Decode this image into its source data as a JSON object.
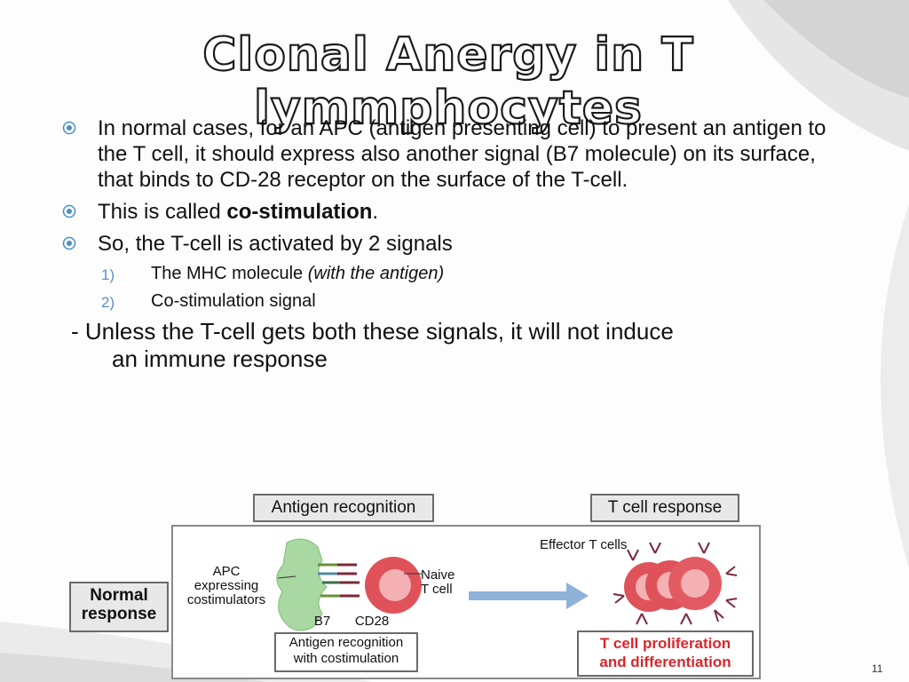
{
  "slide": {
    "title": "Clonal Anergy in T lymmphocytes",
    "page_number": "11"
  },
  "bullets": [
    {
      "text": "In normal cases, for an APC (antigen presenting cell) to present an antigen to the T cell, it should express also another signal (B7 molecule) on its surface, that binds to CD-28 receptor on the surface of the T-cell."
    },
    {
      "text_before": "This is called ",
      "bold": "co-stimulation",
      "text_after": "."
    },
    {
      "text": "So, the T-cell is activated by 2 signals"
    }
  ],
  "sub_items": [
    {
      "num": "1)",
      "text": "The MHC molecule ",
      "italic": "(with the antigen)"
    },
    {
      "num": "2)",
      "text": "Co-stimulation signal"
    }
  ],
  "note": {
    "dash": "-",
    "line1": "Unless the T-cell gets both these signals, it will not induce",
    "line2": "an immune response"
  },
  "figure": {
    "header_left": "Antigen recognition",
    "header_right": "T cell response",
    "side_label_line1": "Normal",
    "side_label_line2": "response",
    "apc_label_line1": "APC",
    "apc_label_line2": "expressing",
    "apc_label_line3": "costimulators",
    "naive_label_line1": "Naive",
    "naive_label_line2": "T cell",
    "b7_label": "B7",
    "cd28_label": "CD28",
    "effector_label": "Effector T cells",
    "bottom_left_line1": "Antigen recognition",
    "bottom_left_line2": "with costimulation",
    "bottom_right_line1": "T cell proliferation",
    "bottom_right_line2": "and differentiation"
  },
  "colors": {
    "bullet_marker": "#4a8fc4",
    "sub_number": "#5b8ec6",
    "apc_green": "#a9d8a2",
    "tcell_red": "#e0525a",
    "arrow_blue": "#8fb2d8",
    "highlight_red": "#d9262c"
  }
}
